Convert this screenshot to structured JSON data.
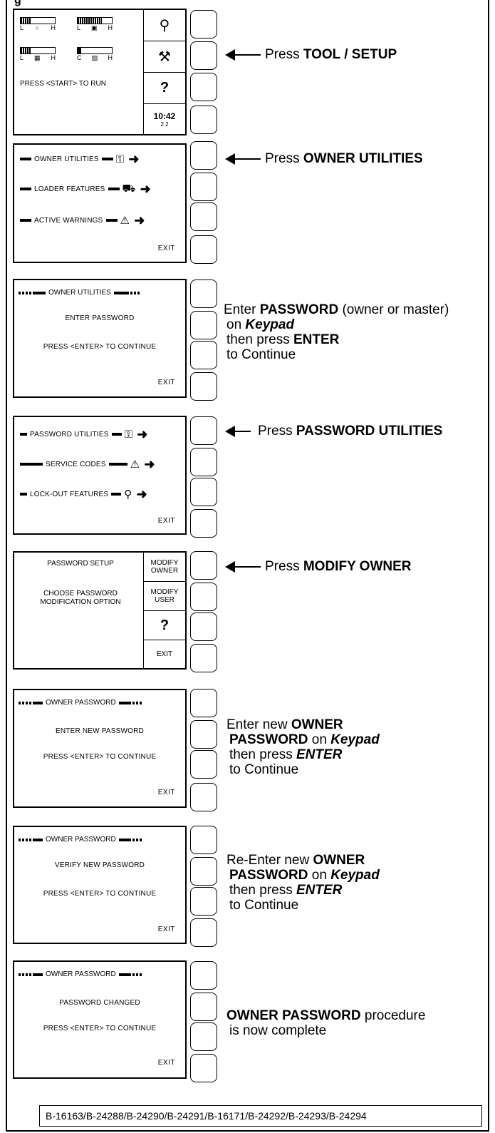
{
  "figure_label": "g",
  "panels": {
    "p1": {
      "gauges": [
        {
          "left": "L",
          "right": "H",
          "fill": 0.3
        },
        {
          "left": "L",
          "right": "H",
          "fill": 0.7
        },
        {
          "left": "L",
          "right": "H",
          "fill": 0.3
        },
        {
          "left": "C",
          "right": "H",
          "fill": 0.1
        }
      ],
      "status_text": "PRESS <START> TO RUN",
      "right": {
        "help": "?",
        "time": "10:42",
        "small": "2.2"
      },
      "caption_pre": "Press ",
      "caption_bold": "TOOL / SETUP"
    },
    "p2": {
      "items": [
        "OWNER UTILITIES",
        "LOADER FEATURES",
        "ACTIVE WARNINGS"
      ],
      "exit": "EXIT",
      "caption_pre": "Press ",
      "caption_bold": "OWNER UTILITIES"
    },
    "p3": {
      "header": "OWNER UTILITIES",
      "line1": "ENTER PASSWORD",
      "line2": "PRESS <ENTER> TO CONTINUE",
      "exit": "EXIT",
      "c1_pre": "Enter ",
      "c1_bold": "PASSWORD",
      "c1_post": " (owner or master)",
      "c2_pre": "on ",
      "c2_bi": "Keypad",
      "c3_pre": "then press ",
      "c3_bold": "ENTER",
      "c4": "to Continue"
    },
    "p4": {
      "items": [
        "PASSWORD UTILITIES",
        "SERVICE CODES",
        "LOCK-OUT FEATURES"
      ],
      "exit": "EXIT",
      "caption_pre": "Press ",
      "caption_bold": "PASSWORD UTILITIES"
    },
    "p5": {
      "title": "PASSWORD SETUP",
      "line1": "CHOOSE PASSWORD",
      "line2": "MODIFICATION OPTION",
      "right": [
        "MODIFY",
        "OWNER",
        "MODIFY",
        "USER",
        "?",
        "EXIT"
      ],
      "caption_pre": "Press ",
      "caption_bold": "MODIFY OWNER"
    },
    "p6": {
      "header": "OWNER PASSWORD",
      "line1": "ENTER NEW PASSWORD",
      "line2": "PRESS <ENTER> TO CONTINUE",
      "exit": "EXIT",
      "c1_pre": "Enter new ",
      "c1_bold": "OWNER",
      "c2_bold": "PASSWORD",
      "c2_mid": " on ",
      "c2_bi": "Keypad",
      "c3_pre": "then press ",
      "c3_bi": "ENTER",
      "c4": "to Continue"
    },
    "p7": {
      "header": "OWNER PASSWORD",
      "line1": "VERIFY NEW PASSWORD",
      "line2": "PRESS <ENTER> TO CONTINUE",
      "exit": "EXIT",
      "c1_pre": "Re-Enter new ",
      "c1_bold": "OWNER",
      "c2_bold": "PASSWORD",
      "c2_mid": " on ",
      "c2_bi": "Keypad",
      "c3_pre": "then press ",
      "c3_bi": "ENTER",
      "c4": "to Continue"
    },
    "p8": {
      "header": "OWNER PASSWORD",
      "line1": "PASSWORD CHANGED",
      "line2": "PRESS <ENTER> TO CONTINUE",
      "exit": "EXIT",
      "c1_bold": "OWNER PASSWORD",
      "c1_post": " procedure",
      "c2": "is now complete"
    }
  },
  "footer": "B-16163/B-24288/B-24290/B-24291/B-16171/B-24292/B-24293/B-24294"
}
